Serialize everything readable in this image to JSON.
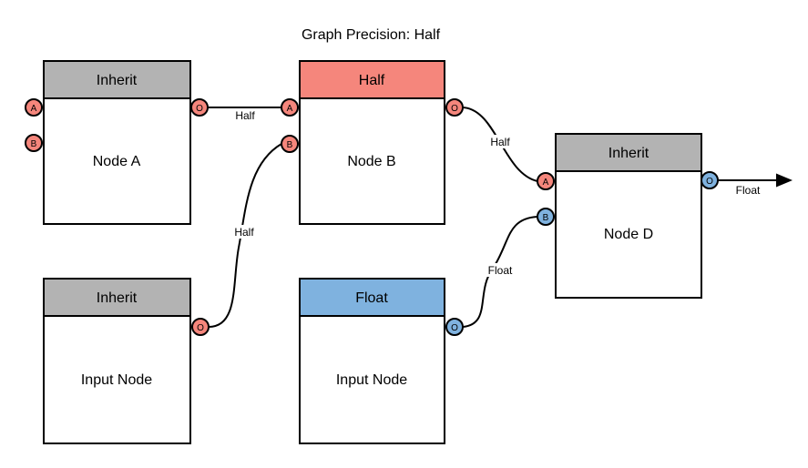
{
  "title": "Graph Precision: Half",
  "colors": {
    "gray_header": "#B3B3B3",
    "salmon": "#F5867C",
    "blue": "#7FB2DF",
    "node_fill": "#FFFFFF",
    "line": "#000000"
  },
  "nodes": {
    "node_a": {
      "header": "Inherit",
      "label": "Node A",
      "ports": {
        "a": "A",
        "b": "B",
        "o": "O"
      }
    },
    "node_b": {
      "header": "Half",
      "label": "Node B",
      "ports": {
        "a": "A",
        "b": "B",
        "o": "O"
      }
    },
    "node_d": {
      "header": "Inherit",
      "label": "Node D",
      "ports": {
        "a": "A",
        "b": "B",
        "o": "O"
      }
    },
    "input_node_left": {
      "header": "Inherit",
      "label": "Input Node",
      "ports": {
        "o": "O"
      }
    },
    "input_node_middle": {
      "header": "Float",
      "label": "Input Node",
      "ports": {
        "o": "O"
      }
    }
  },
  "edges": {
    "node_a_to_node_b": {
      "label": "Half"
    },
    "input_left_to_node_b": {
      "label": "Half"
    },
    "node_b_to_node_d": {
      "label": "Half"
    },
    "input_middle_to_node_d": {
      "label": "Float"
    },
    "node_d_output": {
      "label": "Float"
    }
  }
}
